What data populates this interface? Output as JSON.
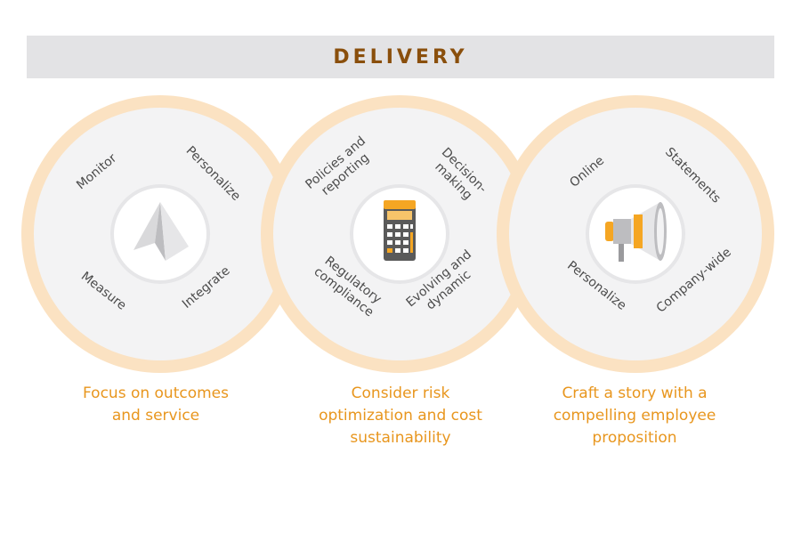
{
  "banner": {
    "title": "DELIVERY"
  },
  "colors": {
    "accent": "#e8961e",
    "title": "#8a4f0c",
    "ring": "#fbe2c2",
    "banner_bg": "#e3e3e5"
  },
  "circles": [
    {
      "icon": "paper-plane-icon",
      "labels": [
        "Monitor",
        "Personalize",
        "Measure",
        "Integrate"
      ],
      "caption": "Focus on outcomes\nand service"
    },
    {
      "icon": "calculator-icon",
      "labels": [
        "Policies and\nreporting",
        "Decision-\nmaking",
        "Regulatory\ncompliance",
        "Evolving and\ndynamic"
      ],
      "caption": "Consider risk\noptimization and cost\nsustainability"
    },
    {
      "icon": "megaphone-icon",
      "labels": [
        "Online",
        "Statements",
        "Personalize",
        "Company-wide"
      ],
      "caption": "Craft a story with a\ncompelling employee\nproposition"
    }
  ]
}
